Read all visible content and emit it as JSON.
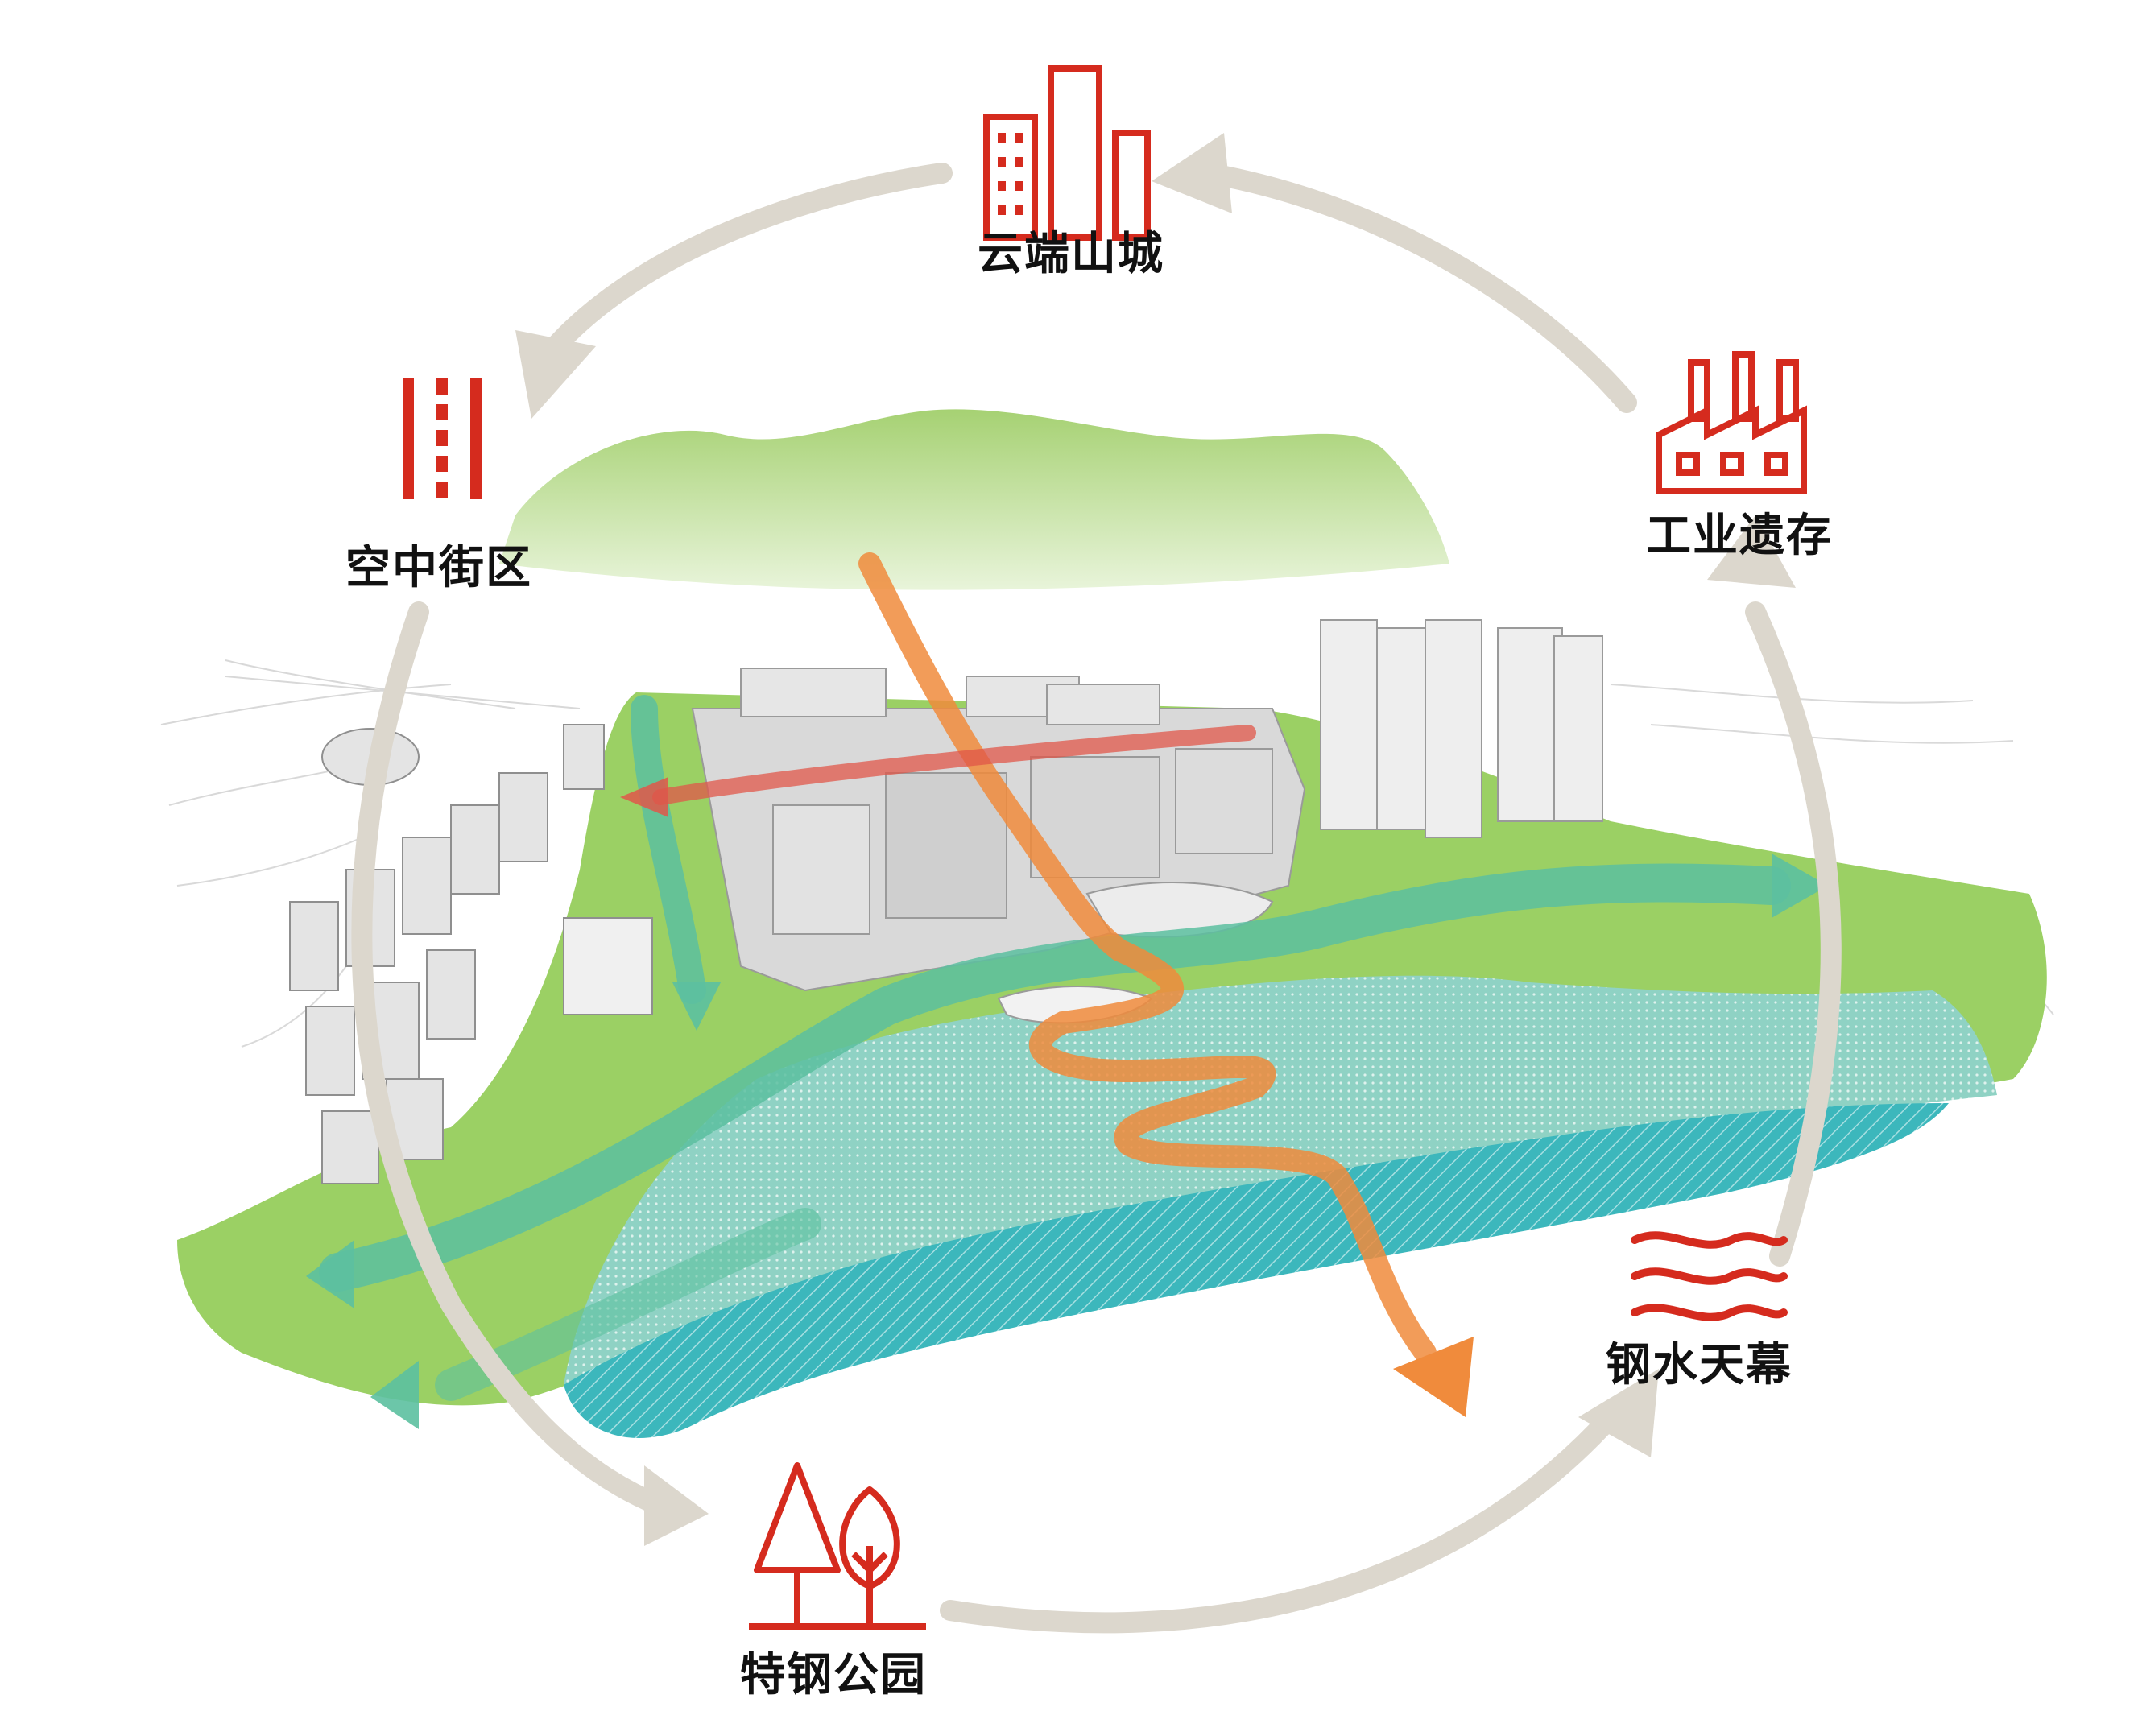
{
  "nodes": [
    {
      "id": "cloud-city",
      "label": "云端山城",
      "icon": "high-rise-buildings-icon"
    },
    {
      "id": "industrial-heritage",
      "label": "工业遗存",
      "icon": "factory-chimneys-icon"
    },
    {
      "id": "steel-water-curtain",
      "label": "钢水天幕",
      "icon": "water-waves-icon"
    },
    {
      "id": "special-steel-park",
      "label": "特钢公园",
      "icon": "trees-icon"
    },
    {
      "id": "sky-street",
      "label": "空中街区",
      "icon": "street-lanes-icon"
    }
  ],
  "colors": {
    "accent": "#d52b1e",
    "cycle_arrow": "#dcd7cd",
    "green_space": "#9bd064",
    "hill": "#a8d475",
    "river_teal": "#3cb7bc",
    "green_flow": "#5cc0a0",
    "orange_flow": "#f08b3c",
    "red_flow": "#e0574a",
    "buildings": "#d8d8d8"
  }
}
